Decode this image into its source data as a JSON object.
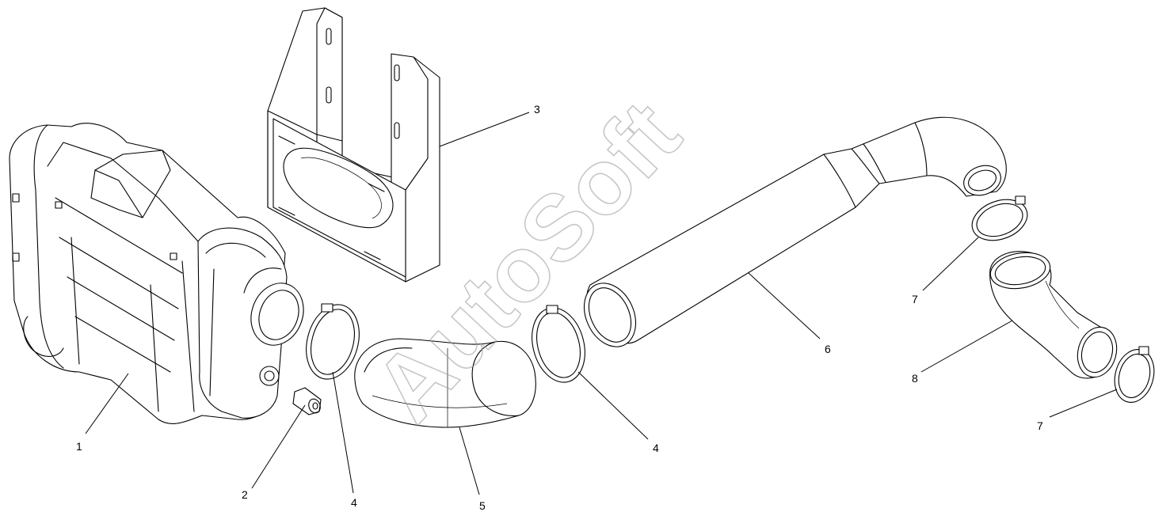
{
  "watermark": "AutoSoft",
  "callouts": [
    {
      "id": "callout-1",
      "label": "1"
    },
    {
      "id": "callout-2",
      "label": "2"
    },
    {
      "id": "callout-3",
      "label": "3"
    },
    {
      "id": "callout-4a",
      "label": "4"
    },
    {
      "id": "callout-4b",
      "label": "4"
    },
    {
      "id": "callout-5",
      "label": "5"
    },
    {
      "id": "callout-6",
      "label": "6"
    },
    {
      "id": "callout-7a",
      "label": "7"
    },
    {
      "id": "callout-7b",
      "label": "7"
    },
    {
      "id": "callout-8",
      "label": "8"
    }
  ]
}
